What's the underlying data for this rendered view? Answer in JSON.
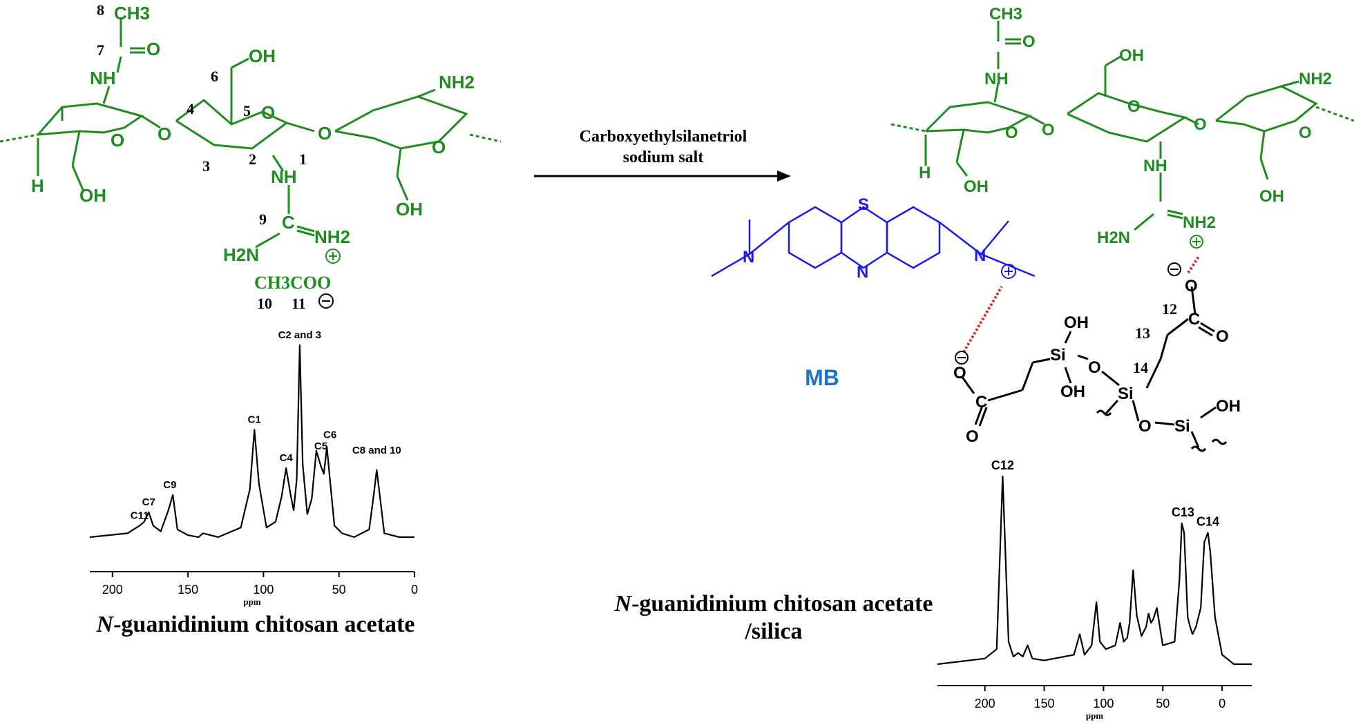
{
  "colors": {
    "chitosan": "#1e8c1e",
    "mb": "#1a1aee",
    "mb_label": "#1e72c8",
    "silica": "#000000",
    "hbond": "#e02020",
    "spectrum": "#000000"
  },
  "left_structure": {
    "groups": {
      "ch3": "CH3",
      "carbonyl_o": "O",
      "nh_acetamido": "NH",
      "oh_c6": "OH",
      "nh2_right": "NH2",
      "ring_o": "O",
      "glycosidic_o": "O",
      "h": "H",
      "oh_ring1": "OH",
      "oh_ring3": "OH",
      "nh_guan": "NH",
      "eq_nh2": "NH2",
      "h2n": "H2N",
      "acetate": "CH3COO"
    },
    "carbon_numbers": [
      "8",
      "7",
      "6",
      "4",
      "5",
      "3",
      "2",
      "1",
      "9",
      "10",
      "11"
    ]
  },
  "arrow": {
    "reagent_line1": "Carboxyethylsilanetriol",
    "reagent_line2": "sodium salt"
  },
  "right_structure": {
    "groups": {
      "ch3": "CH3",
      "carbonyl_o": "O",
      "nh_acetamido": "NH",
      "oh_c6": "OH",
      "nh2": "NH2",
      "ring_o": "O",
      "h": "H",
      "oh_a": "OH",
      "oh_b": "OH",
      "nh_guan": "NH",
      "eq_nh2": "NH2",
      "h2n": "H2N"
    },
    "mb": {
      "s": "S",
      "n_ring": "N",
      "n_left": "N",
      "n_right": "N",
      "label": "MB"
    },
    "silica": {
      "si": "Si",
      "o": "O",
      "oh": "OH",
      "carbon_numbers": [
        "12",
        "13",
        "14"
      ]
    }
  },
  "chart_data": [
    {
      "type": "line",
      "title": "",
      "xlabel": "ppm",
      "ylabel": "",
      "xlim": [
        215,
        0
      ],
      "x_ticks": [
        200,
        150,
        100,
        50,
        0
      ],
      "series": [
        {
          "x": [
            215,
            190,
            182,
            179,
            176,
            173,
            168,
            163,
            160,
            157,
            150,
            143,
            140,
            130,
            115,
            109,
            106,
            103,
            98,
            92,
            88,
            85,
            82,
            80,
            78,
            76,
            74,
            71,
            68,
            65,
            62,
            60,
            58,
            56,
            53,
            48,
            40,
            30,
            27,
            25,
            23,
            20,
            10,
            0
          ],
          "y": [
            0.0,
            0.02,
            0.06,
            0.08,
            0.13,
            0.06,
            0.03,
            0.14,
            0.22,
            0.04,
            0.01,
            0.0,
            0.02,
            0.0,
            0.05,
            0.25,
            0.56,
            0.28,
            0.05,
            0.08,
            0.21,
            0.36,
            0.22,
            0.14,
            0.3,
            1.0,
            0.38,
            0.12,
            0.2,
            0.45,
            0.37,
            0.33,
            0.47,
            0.3,
            0.06,
            0.02,
            0.0,
            0.04,
            0.22,
            0.35,
            0.22,
            0.02,
            0.0,
            0.0
          ]
        }
      ],
      "peak_labels": [
        {
          "x": 182,
          "y": 0.06,
          "label": "C11"
        },
        {
          "x": 176,
          "y": 0.13,
          "label": "C7"
        },
        {
          "x": 162,
          "y": 0.22,
          "label": "C9"
        },
        {
          "x": 106,
          "y": 0.56,
          "label": "C1"
        },
        {
          "x": 85,
          "y": 0.36,
          "label": "C4"
        },
        {
          "x": 76,
          "y": 1.0,
          "label": "C2 and 3"
        },
        {
          "x": 62,
          "y": 0.42,
          "label": "C5"
        },
        {
          "x": 56,
          "y": 0.48,
          "label": "C6"
        },
        {
          "x": 25,
          "y": 0.4,
          "label": "C8 and 10"
        }
      ],
      "caption_italic": "N",
      "caption_rest": "-guanidinium chitosan acetate"
    },
    {
      "type": "line",
      "title": "",
      "xlabel": "ppm",
      "ylabel": "",
      "xlim": [
        240,
        -25
      ],
      "x_ticks": [
        200,
        150,
        100,
        50,
        0
      ],
      "series": [
        {
          "x": [
            240,
            200,
            190,
            185,
            180,
            176,
            172,
            168,
            164,
            160,
            150,
            125,
            120,
            116,
            110,
            106,
            103,
            98,
            90,
            86,
            83,
            80,
            78,
            75,
            72,
            68,
            64,
            62,
            60,
            58,
            55,
            50,
            40,
            36,
            34,
            32,
            29,
            27,
            25,
            22,
            18,
            15,
            12,
            10,
            6,
            0,
            -10,
            -25
          ],
          "y": [
            0.0,
            0.03,
            0.08,
            1.0,
            0.12,
            0.04,
            0.06,
            0.04,
            0.1,
            0.03,
            0.02,
            0.05,
            0.16,
            0.05,
            0.1,
            0.33,
            0.12,
            0.08,
            0.1,
            0.22,
            0.12,
            0.14,
            0.22,
            0.5,
            0.26,
            0.15,
            0.2,
            0.27,
            0.22,
            0.24,
            0.3,
            0.1,
            0.12,
            0.45,
            0.75,
            0.7,
            0.25,
            0.2,
            0.16,
            0.2,
            0.3,
            0.65,
            0.7,
            0.6,
            0.25,
            0.05,
            0.0,
            0.0
          ]
        }
      ],
      "peak_labels": [
        {
          "x": 185,
          "y": 1.0,
          "label": "C12"
        },
        {
          "x": 33,
          "y": 0.75,
          "label": "C13"
        },
        {
          "x": 12,
          "y": 0.7,
          "label": "C14"
        }
      ],
      "caption_italic": "N",
      "caption_rest": "-guanidinium chitosan acetate",
      "caption_line2": "/silica"
    }
  ]
}
